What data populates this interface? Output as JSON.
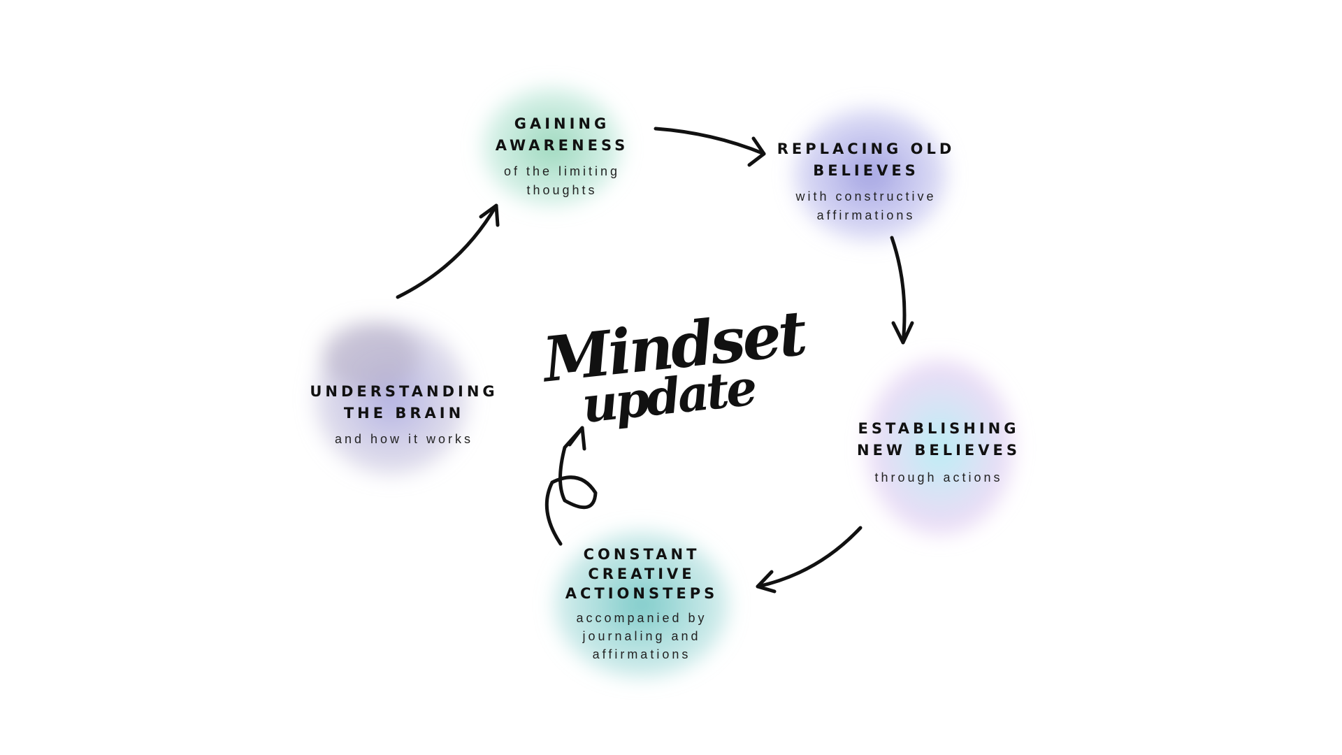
{
  "center_title": {
    "line1": "Mindset",
    "line2": "update"
  },
  "steps": [
    {
      "title1": "GAINING",
      "title2": "AWARENESS",
      "sub1": "of the limiting",
      "sub2": "thoughts",
      "color": "#8fd3b4"
    },
    {
      "title1": "REPLACING OLD",
      "title2": "BELIEVES",
      "sub1": "with constructive",
      "sub2": "affirmations",
      "color": "#9b9be0"
    },
    {
      "title1": "ESTABLISHING",
      "title2": "NEW BELIEVES",
      "sub1": "through actions",
      "color": "#b8e8f0"
    },
    {
      "title1": "CONSTANT",
      "title2": "CREATIVE",
      "title3": "ACTIONSTEPS",
      "sub1": "accompanied by",
      "sub2": "journaling and",
      "sub3": "affirmations",
      "color": "#6cc4c2"
    },
    {
      "title1": "UNDERSTANDING",
      "title2": "THE BRAIN",
      "sub1": "and how it works",
      "color": "#a9a8d8"
    }
  ]
}
